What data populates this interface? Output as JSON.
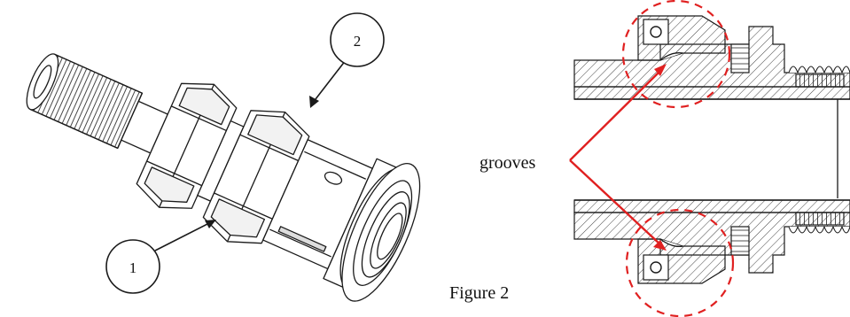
{
  "callouts": [
    {
      "label": "1"
    },
    {
      "label": "2"
    }
  ],
  "section": {
    "label": "grooves",
    "figure_caption": "Figure 2"
  },
  "colors": {
    "ink": "#1a1a1a",
    "highlight": "#e02020",
    "hatch": "#444444"
  }
}
